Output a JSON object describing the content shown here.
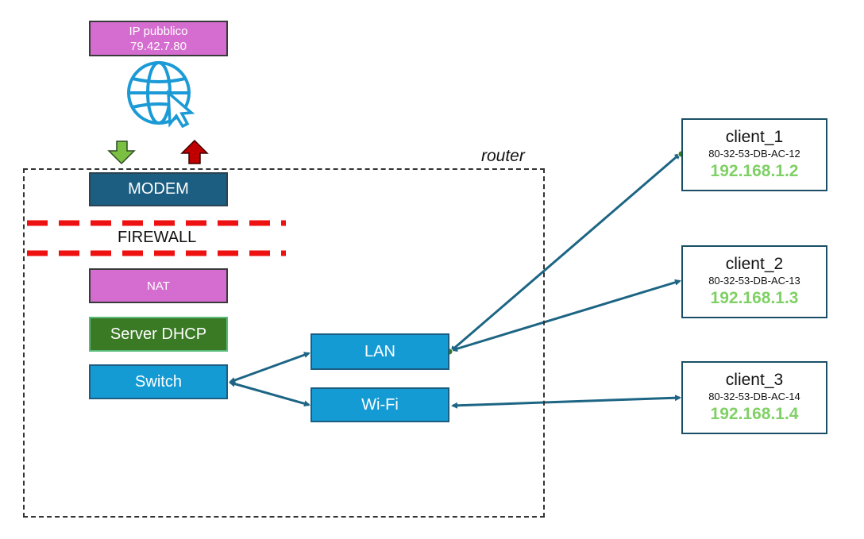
{
  "colors": {
    "nat_pink": "#d56dd0",
    "modem_navy": "#1b5e82",
    "dhcp_green": "#3a7a25",
    "switch_blue": "#159bd4",
    "firewall_red": "#ee1111",
    "link_blue": "#1d6584",
    "ip_green": "#7fd065",
    "download_arrow": "#7bc043",
    "upload_arrow": "#c00000"
  },
  "icons": [
    "globe-cursor-icon",
    "download-arrow-icon",
    "upload-arrow-icon"
  ],
  "public_ip": {
    "label": "IP pubblico",
    "address": "79.42.7.80"
  },
  "router": {
    "label": "router",
    "modem": "MODEM",
    "firewall": "FIREWALL",
    "nat": "NAT",
    "dhcp": "Server DHCP",
    "switch": "Switch",
    "lan": "LAN",
    "wifi": "Wi-Fi"
  },
  "clients": [
    {
      "name": "client_1",
      "mac": "80-32-53-DB-AC-12",
      "ip": "192.168.1.2"
    },
    {
      "name": "client_2",
      "mac": "80-32-53-DB-AC-13",
      "ip": "192.168.1.3"
    },
    {
      "name": "client_3",
      "mac": "80-32-53-DB-AC-14",
      "ip": "192.168.1.4"
    }
  ]
}
